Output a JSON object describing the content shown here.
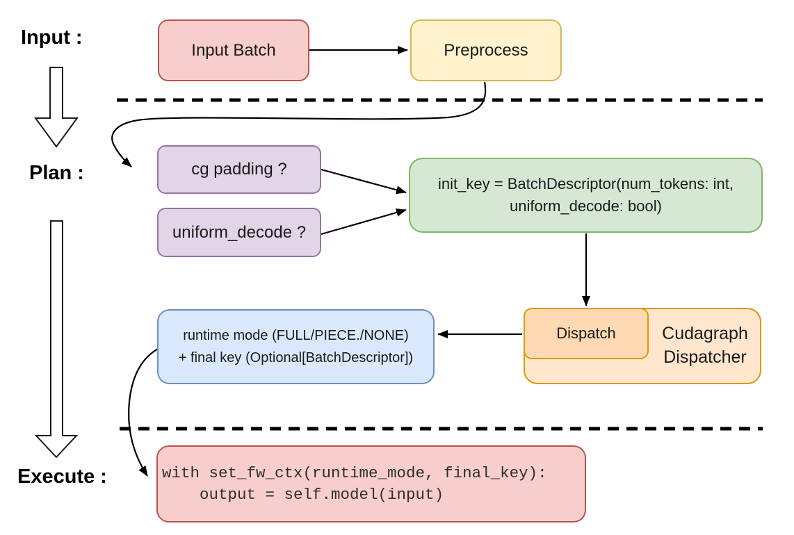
{
  "diagram": {
    "stage_labels": {
      "input": "Input :",
      "plan": "Plan :",
      "execute": "Execute :"
    },
    "colors": {
      "red_fill": "#f8cecc",
      "red_stroke": "#b85450",
      "yellow_fill": "#fff2cc",
      "yellow_stroke": "#d6b656",
      "purple_fill": "#e1d5e7",
      "purple_stroke": "#9673a6",
      "green_fill": "#d5e8d4",
      "green_stroke": "#82b366",
      "orange_fill": "#ffe6cc",
      "orange_inner_fill": "#ffd9b3",
      "orange_stroke": "#d79b00",
      "blue_fill": "#dae8fc",
      "blue_stroke": "#6c8ebf",
      "connector": "#000000"
    },
    "nodes": {
      "input_batch": {
        "label": "Input Batch"
      },
      "preprocess": {
        "label": "Preprocess"
      },
      "cg_padding": {
        "label": "cg padding ?"
      },
      "uniform_decode": {
        "label": "uniform_decode ?"
      },
      "init_key": {
        "line1": "init_key = BatchDescriptor(num_tokens: int,",
        "line2": "uniform_decode: bool)"
      },
      "dispatch": {
        "label": "Dispatch"
      },
      "cudagraph_dispatcher": {
        "line1": "Cudagraph",
        "line2": "Dispatcher"
      },
      "runtime_mode": {
        "line1": "runtime mode (FULL/PIECE./NONE)",
        "line2": "+ final key (Optional[BatchDescriptor])"
      },
      "execute_code": {
        "line1": "with set_fw_ctx(runtime_mode, final_key):",
        "line2": "    output = self.model(input)"
      }
    }
  }
}
